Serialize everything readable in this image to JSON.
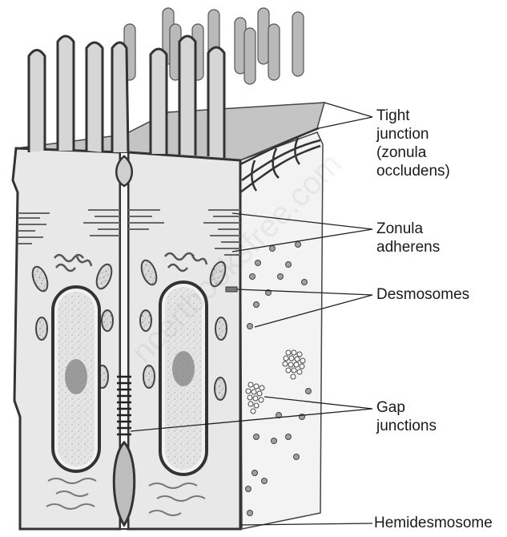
{
  "labels": {
    "tight_junction": [
      "Tight",
      "junction",
      "(zonula",
      "occludens)"
    ],
    "zonula_adherens": [
      "Zonula",
      "adherens"
    ],
    "desmosomes": "Desmosomes",
    "gap_junctions": [
      "Gap",
      "junctions"
    ],
    "hemidesmosome": "Hemidesmosome"
  },
  "watermark": "ncertbooksfree.com",
  "colors": {
    "cell_fill": "#e6e6e6",
    "outline": "#333333",
    "microvilli_top": "#b5b5b5",
    "nucleus_fill": "#dcdcdc",
    "side_face": "#f2f2f2",
    "dots": "#9a9a9a"
  }
}
